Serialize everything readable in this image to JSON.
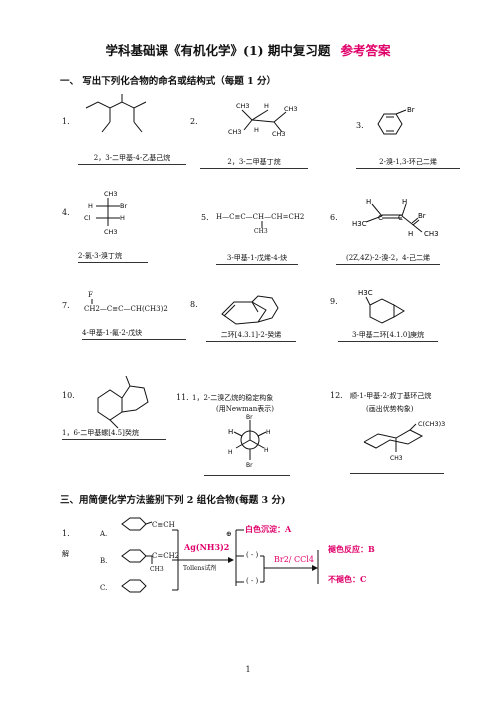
{
  "title": "学科基础课《有机化学》(1) 期中复习题",
  "title_answer": "参考答案",
  "section1": {
    "heading": "一、     写出下列化合物的命名或结构式（每题 1 分）",
    "items": [
      {
        "num": "1.",
        "answer": "2，3-二甲基-4-乙基己烷"
      },
      {
        "num": "2.",
        "answer": "2，3-二甲基丁烷",
        "labels": [
          "CH3",
          "H",
          "CH3",
          "CH3",
          "H",
          "CH3"
        ]
      },
      {
        "num": "3.",
        "answer": "2-溴-1,3-环己二烯",
        "labels": [
          "Br"
        ]
      },
      {
        "num": "4.",
        "answer": "2-氯-3-溴丁烷",
        "labels": [
          "CH3",
          "H",
          "Br",
          "Cl",
          "H",
          "CH3"
        ]
      },
      {
        "num": "5.",
        "answer": "3-甲基-1-戊烯-4-炔",
        "formula": "H—C≡C—CH—CH=CH2",
        "sub": "CH3"
      },
      {
        "num": "6.",
        "answer": "(2Z,4Z)-2-溴-2，4-己二烯",
        "labels": [
          "H",
          "H",
          "H3C",
          "C",
          "C",
          "Br",
          "H",
          "CH3"
        ]
      },
      {
        "num": "7.",
        "answer": "4-甲基-1-氟-2-戊炔",
        "formula": "CH2—C≡C—CH(CH3)2",
        "top": "F"
      },
      {
        "num": "8.",
        "answer": "二环[4.3.1]-2-癸烯"
      },
      {
        "num": "9.",
        "answer": "3-甲基二环[4.1.0]庚烷",
        "labels": [
          "H3C"
        ]
      },
      {
        "num": "10.",
        "answer": "1，6-二甲基螺[4.5]癸烷"
      },
      {
        "num": "11.",
        "desc": "1，2-二溴乙烷的稳定构象",
        "desc2": "(用Newman表示)",
        "labels": [
          "Br",
          "H",
          "H",
          "H",
          "H",
          "Br"
        ]
      },
      {
        "num": "12.",
        "desc": "顺-1-甲基-2-叔丁基环己烷",
        "desc2": "(画出优势构象)",
        "labels": [
          "C(CH3)3",
          "CH3"
        ]
      }
    ]
  },
  "section3": {
    "heading": "三、用简便化学方法鉴别下列 2 组化合物(每题 3 分)",
    "q_num": "1.",
    "jie": "解",
    "compounds": [
      {
        "label": "A.",
        "sub": "C≡CH"
      },
      {
        "label": "B.",
        "sub": "C=CH2",
        "sub2": "CH3"
      },
      {
        "label": "C.",
        "sub": ""
      }
    ],
    "reagent1": "Ag(NH3)2",
    "reagent1_sup": "⊕",
    "reagent1_name": "Tollens试剂",
    "result_a": "白色沉淀：A",
    "neg1": "( - )",
    "neg2": "( - )",
    "reagent2": "Br2/ CCl4",
    "result_b": "褪色反应：B",
    "result_c": "不褪色：C"
  },
  "page_number": "1"
}
